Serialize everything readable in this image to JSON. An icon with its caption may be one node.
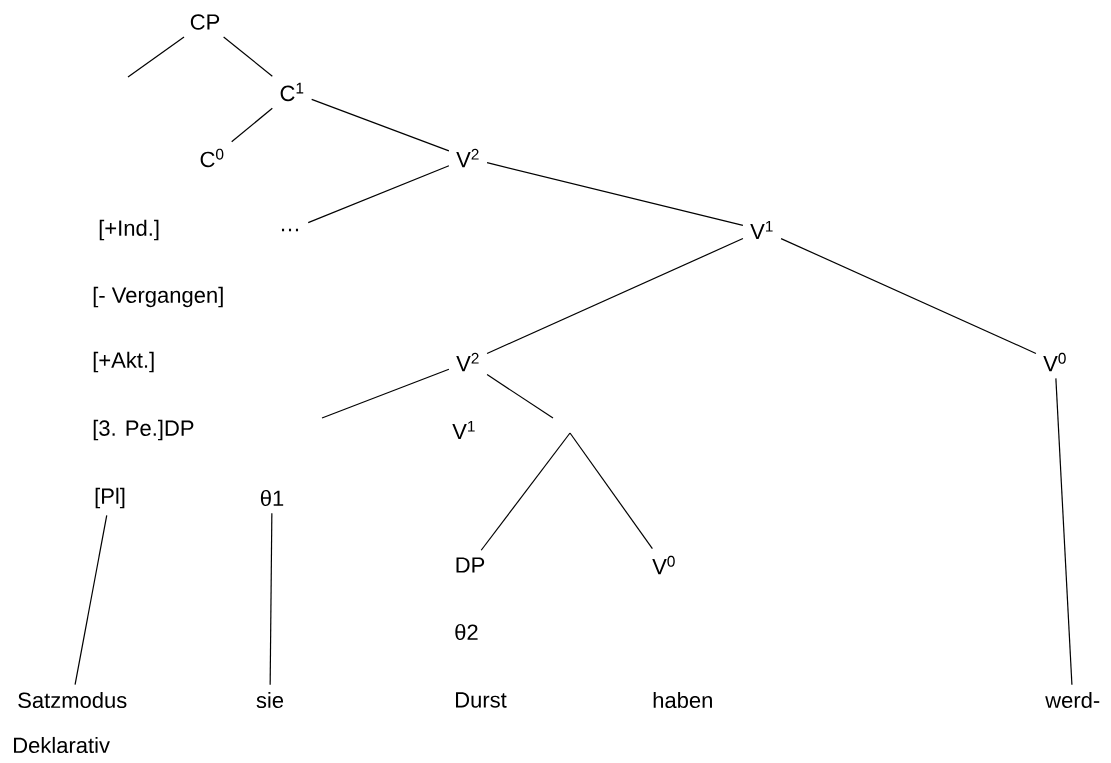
{
  "diagram": {
    "nodes": [
      {
        "text": [
          "CP"
        ]
      },
      {
        "text": [
          "C$^{1}$"
        ]
      },
      {
        "text": [
          "C$^{0}$"
        ]
      },
      {
        "text": [
          "V$^{2}$"
        ]
      },
      {
        "text": [
          "…"
        ]
      },
      {
        "text": [
          "V$^{1}$"
        ]
      },
      {
        "text": [
          "V$^{2}$"
        ]
      },
      {
        "text": [
          "V$^{0}$"
        ]
      },
      {
        "text": [
          "[Pl]"
        ]
      },
      {
        "text": [
          "θ1"
        ]
      },
      {
        "text": [
          "DP"
        ]
      },
      {
        "text": [
          "V$^{0}$"
        ]
      },
      {
        "text": [
          "Satzmodus"
        ]
      },
      {
        "text": [
          "sie"
        ]
      },
      {
        "text": [
          "werd-"
        ]
      }
    ],
    "edges": [
      {
        "from": 0,
        "to": null,
        "arrow": "none"
      },
      {
        "from": 0,
        "to": 1,
        "arrow": "none"
      },
      {
        "from": 1,
        "to": 2,
        "arrow": "none"
      },
      {
        "from": 1,
        "to": 3,
        "arrow": "none"
      },
      {
        "from": 3,
        "to": 4,
        "arrow": "none"
      },
      {
        "from": 3,
        "to": 5,
        "arrow": "none"
      },
      {
        "from": 5,
        "to": 6,
        "arrow": "none"
      },
      {
        "from": 5,
        "to": 7,
        "arrow": "none"
      },
      {
        "from": 6,
        "to": null,
        "arrow": "none"
      },
      {
        "from": 6,
        "to": null,
        "arrow": "none"
      },
      {
        "from": null,
        "to": 10,
        "arrow": "none"
      },
      {
        "from": null,
        "to": 11,
        "arrow": "none"
      },
      {
        "from": 8,
        "to": 12,
        "arrow": "none"
      },
      {
        "from": 9,
        "to": 13,
        "arrow": "none"
      },
      {
        "from": 7,
        "to": 14,
        "arrow": "none"
      }
    ],
    "labels": [
      "[+Ind.]",
      "[- Vergangen]",
      "[+Akt.]",
      "[3. Pe.]DP",
      "V$^{1}$",
      "θ2",
      "Durst",
      "haben",
      "Deklarativ"
    ]
  }
}
